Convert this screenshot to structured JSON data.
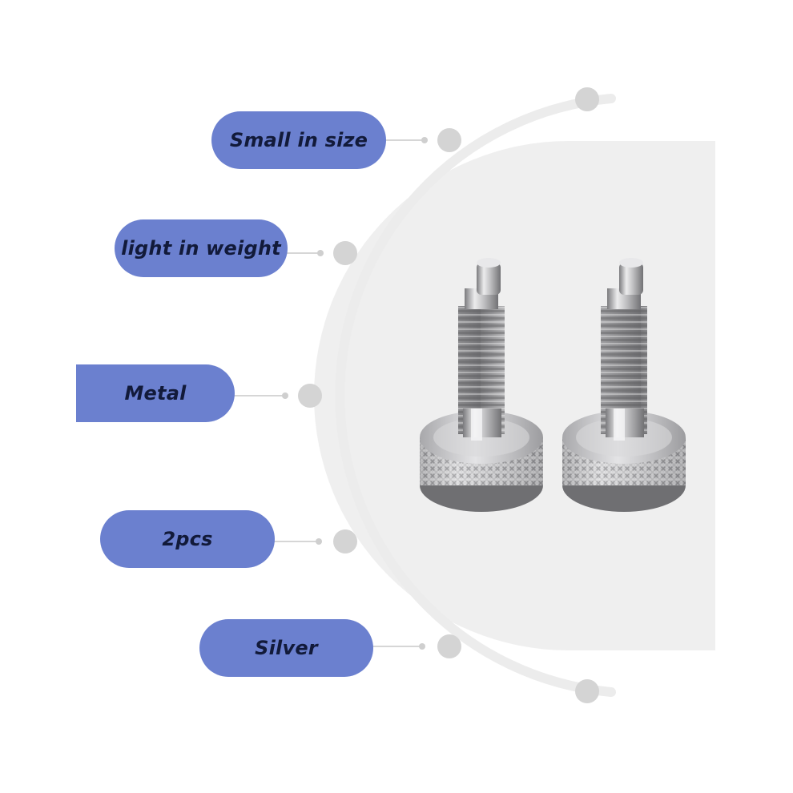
{
  "features": [
    {
      "label": "Small in size"
    },
    {
      "label": "light in weight"
    },
    {
      "label": "Metal"
    },
    {
      "label": "2pcs"
    },
    {
      "label": "Silver"
    }
  ],
  "colors": {
    "pill": "#6b80cf",
    "pill_text": "#121a3a",
    "arc": "#ececec",
    "dot": "#d5d5d5",
    "panel": "#efefef",
    "metal_light": "#e9e9ea",
    "metal_mid": "#b3b3b5",
    "metal_dark": "#78787b"
  },
  "product": {
    "name": "spring-plunger-pin",
    "count": 2,
    "head_style": "knurled"
  }
}
